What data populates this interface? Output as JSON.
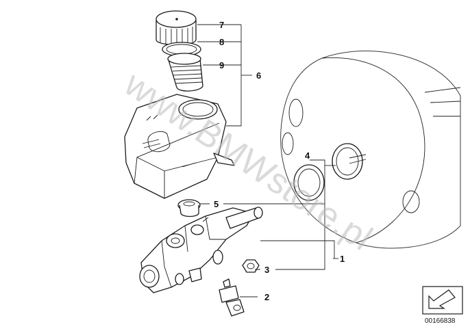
{
  "callouts": {
    "c1": "1",
    "c2": "2",
    "c3": "3",
    "c4": "4",
    "c5": "5",
    "c6": "6",
    "c7": "7",
    "c8": "8",
    "c9": "9"
  },
  "watermark": "www.BMWstore.pl",
  "diagram_code": "00166838",
  "colors": {
    "ink": "#1a1a1a",
    "watermark": "#bdbdbd"
  },
  "icons": {
    "corner_badge": "down-left-arrow-icon"
  }
}
